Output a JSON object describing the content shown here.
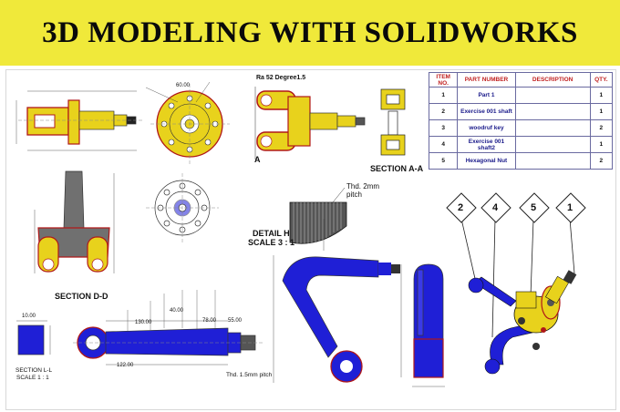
{
  "banner": {
    "title": "3D MODELING WITH SOLIDWORKS"
  },
  "colors": {
    "banner": "#f0e93a",
    "part_yellow": "#e8d21c",
    "part_blue": "#1f1fd6",
    "outline_red": "#b01818"
  },
  "bom": {
    "headers": [
      "ITEM NO.",
      "PART NUMBER",
      "DESCRIPTION",
      "QTY."
    ],
    "rows": [
      {
        "item": "1",
        "part": "Part 1",
        "description": "",
        "qty": "1"
      },
      {
        "item": "2",
        "part": "Exercise 001 shaft",
        "description": "",
        "qty": "1"
      },
      {
        "item": "3",
        "part": "woodruf key",
        "description": "",
        "qty": "2"
      },
      {
        "item": "4",
        "part": "Exercise 001 shaft2",
        "description": "",
        "qty": "1"
      },
      {
        "item": "5",
        "part": "Hexagonal Nut",
        "description": "",
        "qty": "2"
      }
    ]
  },
  "drawing": {
    "section_aa": "SECTION A-A",
    "section_dd": "SECTION D-D",
    "section_ll": "SECTION L-L",
    "scale_ll": "SCALE 1 : 1",
    "detail_h": "DETAIL H",
    "scale_detail": "SCALE 3 : 1",
    "thread_2mm": "Thd. 2mm pitch",
    "thread_15mm": "Thd. 1.5mm pitch",
    "degree_note": "Ra 52 Degree1.5",
    "label_a": "A",
    "callouts": [
      "2",
      "4",
      "5",
      "1"
    ],
    "dims": {
      "d1": "130.00",
      "d2": "122.00",
      "d3": "78.00",
      "d4": "55.00",
      "d5": "40.00",
      "d6": "10.00",
      "d7": "60.00"
    }
  }
}
